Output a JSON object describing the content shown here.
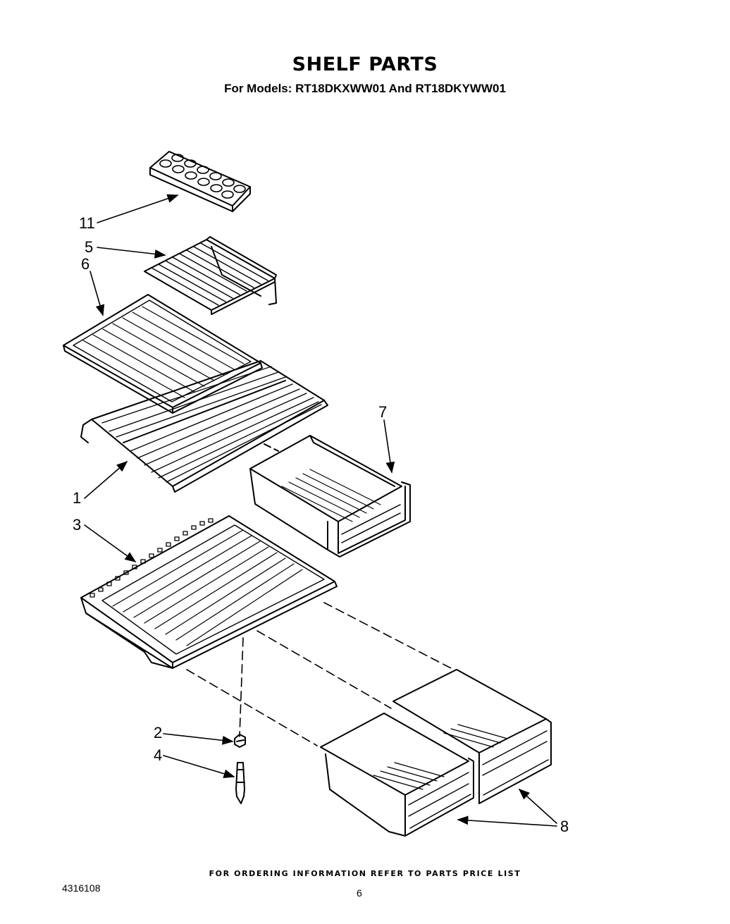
{
  "header": {
    "title": "SHELF PARTS",
    "subtitle": "For Models: RT18DKXWW01 And RT18DKYWW01"
  },
  "callouts": {
    "c11": "11",
    "c5": "5",
    "c6": "6",
    "c7": "7",
    "c1": "1",
    "c3": "3",
    "c2": "2",
    "c4": "4",
    "c8": "8"
  },
  "footer": {
    "ordering_note": "FOR ORDERING INFORMATION REFER TO PARTS PRICE LIST",
    "doc_number": "4316108",
    "page_number": "6"
  }
}
